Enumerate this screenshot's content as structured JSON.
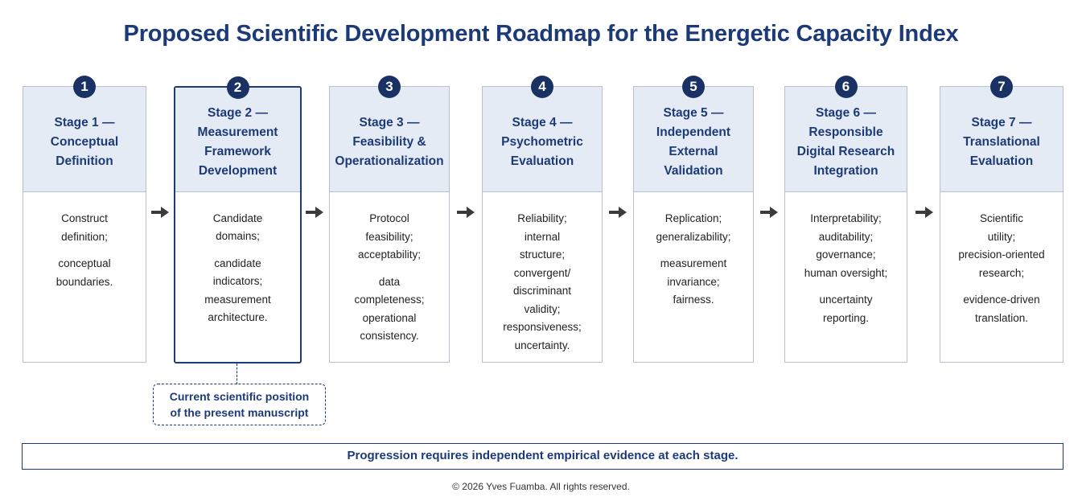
{
  "title": "Proposed Scientific Development Roadmap for the Energetic Capacity Index",
  "stages": [
    {
      "number": "1",
      "heading": "Stage 1 —\nConceptual\nDefinition",
      "items": [
        "Construct\ndefinition;",
        "conceptual\nboundaries."
      ]
    },
    {
      "number": "2",
      "heading": "Stage 2 —\nMeasurement\nFramework\nDevelopment",
      "items": [
        "Candidate\ndomains;",
        "candidate\nindicators;\nmeasurement\narchitecture."
      ]
    },
    {
      "number": "3",
      "heading": "Stage 3 —\nFeasibility &\nOperationalization",
      "items": [
        "Protocol\nfeasibility;\nacceptability;",
        "data\ncompleteness;\noperational\nconsistency."
      ]
    },
    {
      "number": "4",
      "heading": "Stage 4 —\nPsychometric\nEvaluation",
      "items": [
        "Reliability;\ninternal\nstructure;\nconvergent/\ndiscriminant\nvalidity;\nresponsiveness;\nuncertainty."
      ]
    },
    {
      "number": "5",
      "heading": "Stage 5 —\nIndependent\nExternal\nValidation",
      "items": [
        "Replication;\ngeneralizability;",
        "measurement\ninvariance;\nfairness."
      ]
    },
    {
      "number": "6",
      "heading": "Stage 6 —\nResponsible\nDigital Research\nIntegration",
      "items": [
        "Interpretability;\nauditability;\ngovernance;\nhuman oversight;",
        "uncertainty\nreporting."
      ]
    },
    {
      "number": "7",
      "heading": "Stage 7 —\nTranslational\nEvaluation",
      "items": [
        "Scientific\nutility;\nprecision-oriented\nresearch;",
        "evidence-driven\ntranslation."
      ]
    }
  ],
  "active_stage": 2,
  "callout": "Current scientific position\nof the present manuscript",
  "banner": "Progression requires independent empirical evidence at each stage.",
  "footer": "© 2026 Yves Fuamba. All rights reserved.",
  "colors": {
    "primary": "#1d3a78",
    "badge": "#1a3163",
    "header_fill": "#e4ebf5",
    "border": "#b9c0cb",
    "arrow": "#3b3b3b"
  }
}
